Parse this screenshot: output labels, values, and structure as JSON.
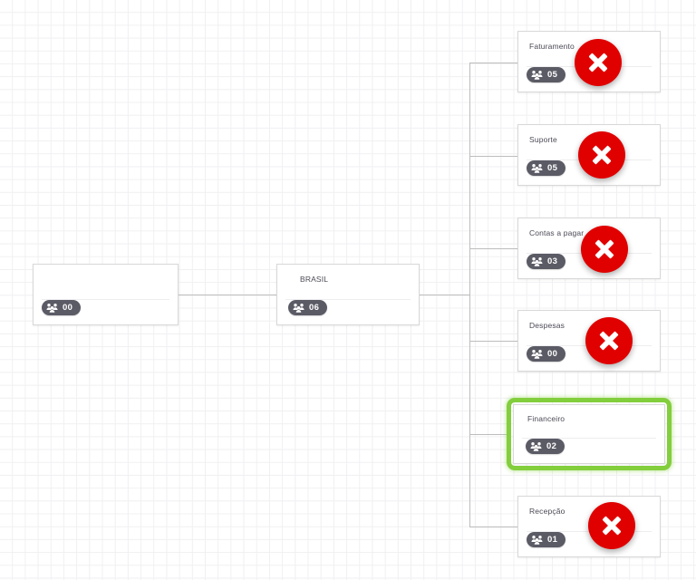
{
  "canvas": {
    "background_color": "#ffffff",
    "grid_color": "#f0f0f2",
    "connector_color": "#bdbdbd"
  },
  "theme": {
    "card_background": "#ffffff",
    "card_border": "#d8d8d8",
    "title_color": "#4a4a56",
    "badge_background": "#5b5b66",
    "badge_text": "#ffffff",
    "highlight_green": "#82ce3c",
    "marker_red": "#e00000"
  },
  "icons": {
    "people": "users-group-icon",
    "marker": "red-x-circle-icon"
  },
  "chart_data": {
    "type": "tree",
    "title": "Organograma",
    "orientation": "left-to-right",
    "levels": 3,
    "nodes": [
      {
        "id": "root",
        "label": "",
        "count": "00",
        "level": 0,
        "parent": null,
        "selected": false,
        "marked": false
      },
      {
        "id": "brasil",
        "label": "BRASIL",
        "count": "06",
        "level": 1,
        "parent": "root",
        "selected": false,
        "marked": false
      },
      {
        "id": "faturamento",
        "label": "Faturamento",
        "count": "05",
        "level": 2,
        "parent": "brasil",
        "selected": false,
        "marked": true
      },
      {
        "id": "suporte",
        "label": "Suporte",
        "count": "05",
        "level": 2,
        "parent": "brasil",
        "selected": false,
        "marked": true
      },
      {
        "id": "contas-pagar",
        "label": "Contas a pagar",
        "count": "03",
        "level": 2,
        "parent": "brasil",
        "selected": false,
        "marked": true
      },
      {
        "id": "despesas",
        "label": "Despesas",
        "count": "00",
        "level": 2,
        "parent": "brasil",
        "selected": false,
        "marked": true
      },
      {
        "id": "financeiro",
        "label": "Financeiro",
        "count": "02",
        "level": 2,
        "parent": "brasil",
        "selected": true,
        "marked": false
      },
      {
        "id": "recepcao",
        "label": "Recepção",
        "count": "01",
        "level": 2,
        "parent": "brasil",
        "selected": false,
        "marked": true
      }
    ]
  },
  "nodes": {
    "root": {
      "label": "",
      "count": "00"
    },
    "brasil": {
      "label": "BRASIL",
      "count": "06"
    },
    "faturamento": {
      "label": "Faturamento",
      "count": "05"
    },
    "suporte": {
      "label": "Suporte",
      "count": "05"
    },
    "contas_pagar": {
      "label": "Contas a pagar",
      "count": "03"
    },
    "despesas": {
      "label": "Despesas",
      "count": "00"
    },
    "financeiro": {
      "label": "Financeiro",
      "count": "02"
    },
    "recepcao": {
      "label": "Recepção",
      "count": "01"
    }
  }
}
